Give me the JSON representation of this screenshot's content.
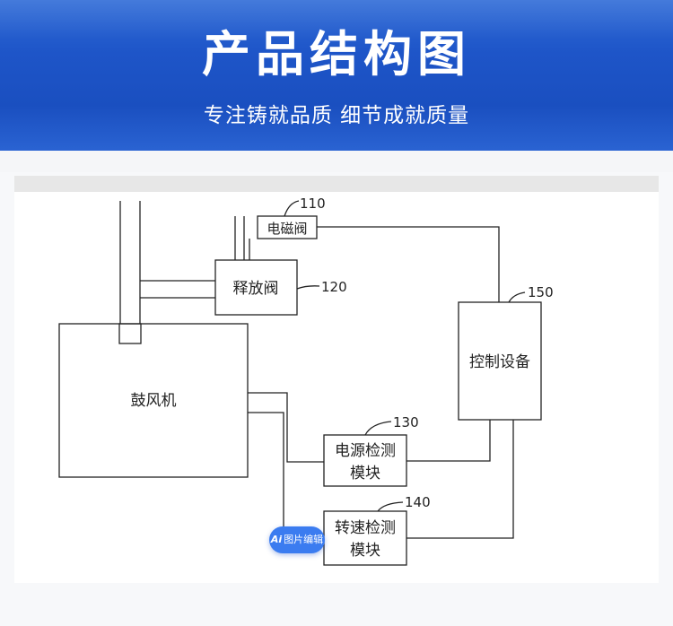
{
  "banner": {
    "title": "产品结构图",
    "subtitle": "专注铸就品质 细节成就质量",
    "color": "#1e55c8"
  },
  "diagram": {
    "blocks": {
      "blower": "鼓风机",
      "release_valve": "释放阀",
      "solenoid_valve": "电磁阀",
      "control_device": "控制设备",
      "power_detect_1": "电源检测",
      "power_detect_2": "模块",
      "speed_detect_1": "转速检测",
      "speed_detect_2": "模块"
    },
    "refs": {
      "solenoid_valve": "110",
      "release_valve": "120",
      "power_detect": "130",
      "speed_detect": "140",
      "control_device": "150"
    }
  },
  "badge": {
    "ai": "Ai",
    "label": "图片编辑"
  }
}
